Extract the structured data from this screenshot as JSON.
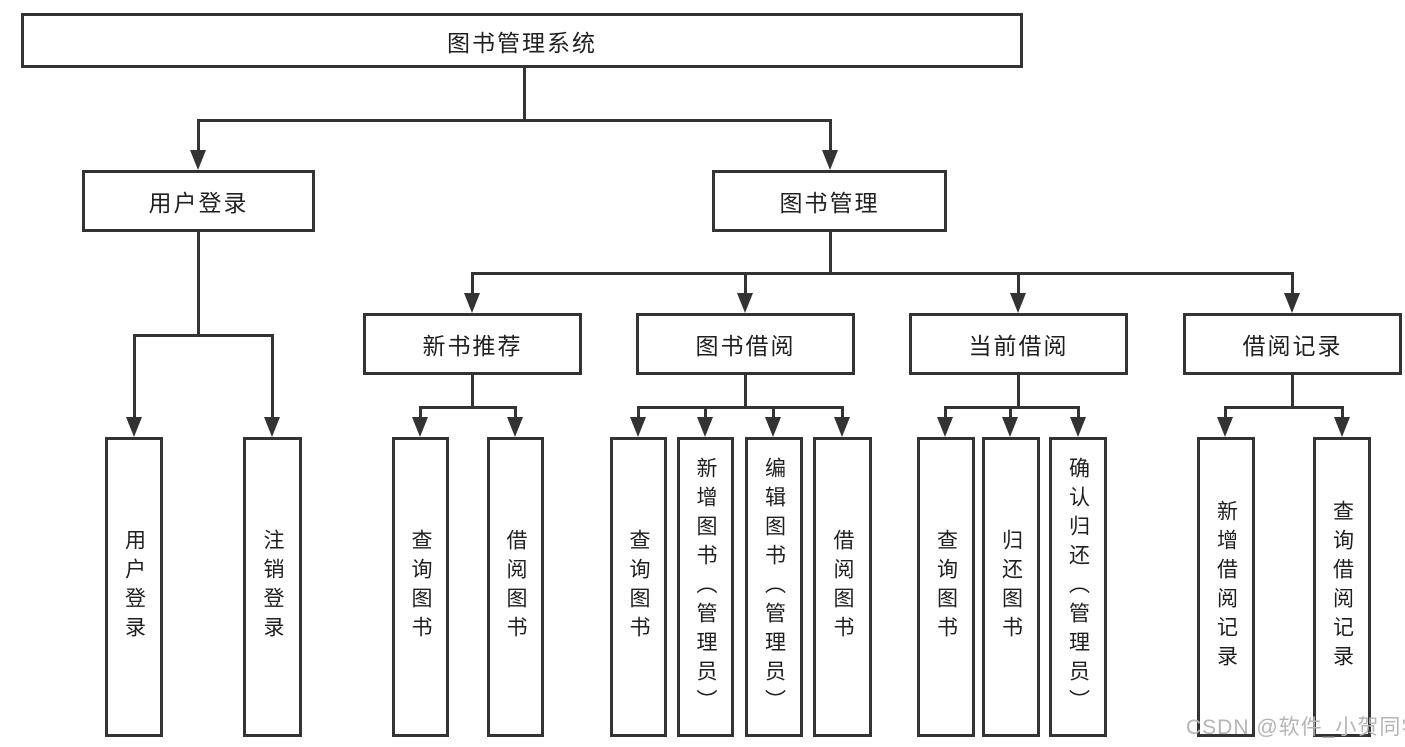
{
  "diagram": {
    "type": "hierarchy-tree",
    "root_label": "图书管理系统",
    "structure": {
      "图书管理系统": [
        "用户登录",
        "图书管理"
      ],
      "用户登录": [
        "用户登录",
        "注销登录"
      ],
      "图书管理": [
        "新书推荐",
        "图书借阅",
        "当前借阅",
        "借阅记录"
      ],
      "新书推荐": [
        "查询图书",
        "借阅图书"
      ],
      "图书借阅": [
        "查询图书",
        "新增图书（管理员）",
        "编辑图书（管理员）",
        "借阅图书"
      ],
      "当前借阅": [
        "查询图书",
        "归还图书",
        "确认归还（管理员）"
      ],
      "借阅记录": [
        "新增借阅记录",
        "查询借阅记录"
      ]
    }
  },
  "nodes": {
    "root": {
      "label": "图书管理系统"
    },
    "level2": [
      {
        "label": "用户登录"
      },
      {
        "label": "图书管理"
      }
    ],
    "level3": [
      {
        "label": "新书推荐"
      },
      {
        "label": "图书借阅"
      },
      {
        "label": "当前借阅"
      },
      {
        "label": "借阅记录"
      }
    ]
  },
  "leaves": [
    "用户登录",
    "注销登录",
    "查询图书",
    "借阅图书",
    "查询图书",
    "新增图书（管理员）",
    "编辑图书（管理员）",
    "借阅图书",
    "查询图书",
    "归还图书",
    "确认归还（管理员）",
    "新增借阅记录",
    "查询借阅记录"
  ],
  "watermark": {
    "text": "CSDN @软件_小贺同学"
  },
  "colors": {
    "line": "#333333",
    "text": "#1f1f1f",
    "background": "#ffffff",
    "watermark": "#b5b5b5"
  }
}
